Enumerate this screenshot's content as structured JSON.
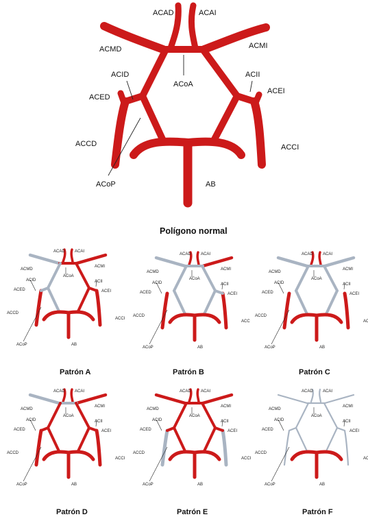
{
  "main": {
    "labels": {
      "acad": "ACAD",
      "acai": "ACAI",
      "acmd": "ACMD",
      "acmi": "ACMI",
      "acid": "ACID",
      "acii": "ACII",
      "acoa": "ACoA",
      "aced": "ACED",
      "acei": "ACEI",
      "accd": "ACCD",
      "acci": "ACCI",
      "acop": "ACoP",
      "ab": "AB"
    },
    "title": "Polígono normal"
  },
  "patterns": [
    {
      "title": "Patrón A",
      "labels": {
        "acad": "ACAD",
        "acai": "ACAI",
        "acmd": "ACMD",
        "acmi": "ACMI",
        "acid": "ACID",
        "acii": "ACII",
        "acoa": "ACoA",
        "aced": "ACED",
        "acei": "ACEI",
        "accd": "ACCD",
        "acci": "ACCI",
        "acop": "ACoP",
        "ab": "AB"
      }
    },
    {
      "title": "Patrón B",
      "labels": {
        "acad": "ACAD",
        "acai": "ACAI",
        "acmd": "ACMD",
        "acmi": "ACMI",
        "acid": "ACID",
        "acii": "ACII",
        "acoa": "ACoA",
        "aced": "ACED",
        "acei": "ACEI",
        "accd": "ACCD",
        "acci": "ACC",
        "acop": "ACoP",
        "ab": "AB"
      }
    },
    {
      "title": "Patrón C",
      "labels": {
        "acad": "ACAD",
        "acai": "ACAI",
        "acmd": "ACMD",
        "acmi": "ACMI",
        "acid": "ACID",
        "acii": "ACII",
        "acoa": "ACoA",
        "aced": "ACED",
        "acei": "ACEI",
        "accd": "ACCD",
        "acci": "ACCI",
        "acop": "ACoP",
        "ab": "AB"
      }
    },
    {
      "title": "Patrón D",
      "labels": {
        "acad": "ACAD",
        "acai": "ACAI",
        "acmd": "ACMD",
        "acmi": "ACMI",
        "acid": "ACID",
        "acii": "ACII",
        "acoa": "ACoA",
        "aced": "ACED",
        "acei": "ACEI",
        "accd": "ACCD",
        "acci": "ACCI",
        "acop": "ACoP",
        "ab": "AB"
      }
    },
    {
      "title": "Patrón E",
      "labels": {
        "acad": "ACAD",
        "acai": "ACAI",
        "acmd": "ACMD",
        "acmi": "ACMI",
        "acid": "ACID",
        "acii": "ACII",
        "acoa": "ACoA",
        "aced": "ACED",
        "acei": "ACEI",
        "accd": "ACCD",
        "acci": "ACCI",
        "acop": "ACoP",
        "ab": "AB"
      }
    },
    {
      "title": "Patrón F",
      "labels": {
        "acad": "ACAD",
        "acai": "ACAI",
        "acmd": "ACMD",
        "acmi": "ACMI",
        "acid": "ACID",
        "acii": "ACII",
        "acoa": "ACoA",
        "aced": "ACED",
        "acei": "ACEI",
        "accd": "ACCD",
        "acci": "ACCI",
        "acop": "ACoP",
        "ab": "AB"
      }
    }
  ],
  "colors": {
    "artery": "#cc1a1a",
    "hypoplastic": "#a9b4c2",
    "hypoplastic_edge": "#6c7784",
    "leader": "#222222"
  }
}
